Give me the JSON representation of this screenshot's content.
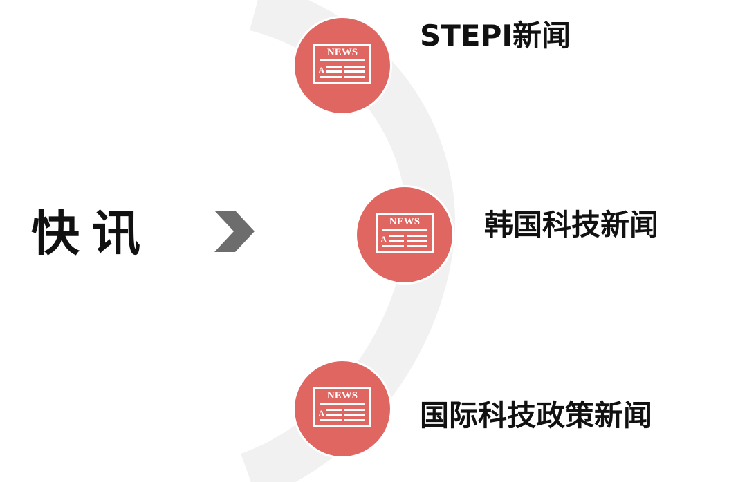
{
  "title": "快讯",
  "icon_text": {
    "news": "NEWS",
    "letter": "A"
  },
  "items": [
    {
      "label": "STEPI新闻"
    },
    {
      "label": "韩国科技新闻"
    },
    {
      "label": "国际科技政策新闻"
    }
  ],
  "colors": {
    "accent": "#e06661",
    "arc": "#f1f1f1",
    "chevron": "#6d6d6d"
  }
}
